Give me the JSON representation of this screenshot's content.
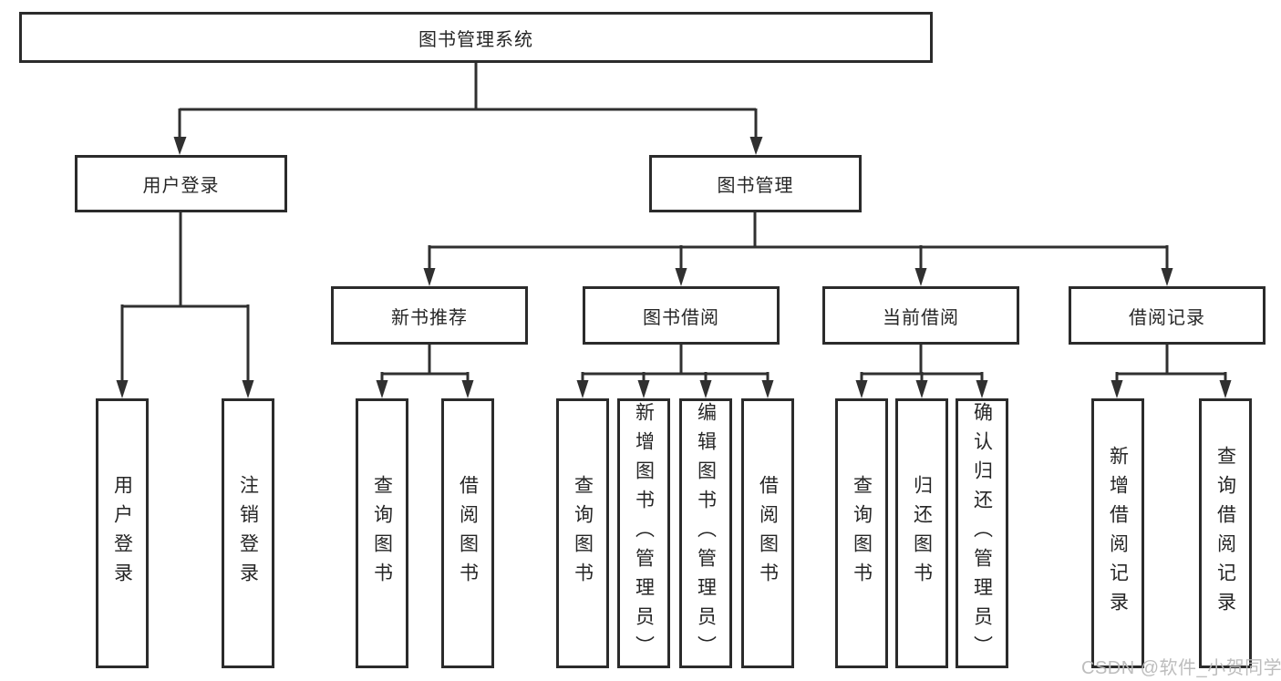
{
  "diagram": {
    "root": {
      "label": "图书管理系统"
    },
    "branches": [
      {
        "label": "用户登录",
        "children": [
          "用户登录",
          "注销登录"
        ]
      },
      {
        "label": "图书管理",
        "groups": [
          {
            "label": "新书推荐",
            "children": [
              "查询图书",
              "借阅图书"
            ]
          },
          {
            "label": "图书借阅",
            "children": [
              "查询图书",
              "新增图书（管理员）",
              "编辑图书（管理员）",
              "借阅图书"
            ]
          },
          {
            "label": "当前借阅",
            "children": [
              "查询图书",
              "归还图书",
              "确认归还（管理员）"
            ]
          },
          {
            "label": "借阅记录",
            "children": [
              "新增借阅记录",
              "查询借阅记录"
            ]
          }
        ]
      }
    ]
  },
  "watermark": "CSDN @软件_小贺同学",
  "colors": {
    "line": "#303030",
    "box_border": "#2b2b2b",
    "text": "#262626",
    "background": "#ffffff",
    "watermark": "#b9b9b9"
  }
}
